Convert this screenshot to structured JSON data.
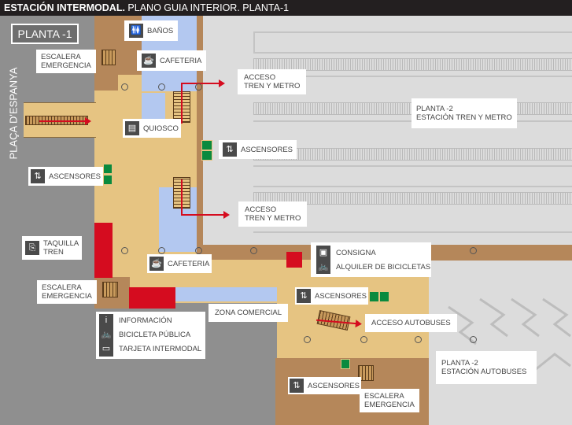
{
  "title": {
    "bold": "ESTACIÓN INTERMODAL.",
    "rest": " PLANO GUIA INTERIOR. PLANTA-1"
  },
  "floor_badge": "PLANTA -1",
  "street": "PLAÇA D'ESPANYA",
  "labels": {
    "banos": "BAÑOS",
    "cafeteria_top": "CAFETERIA",
    "escalera_top": [
      "ESCALERA",
      "EMERGENCIA"
    ],
    "acceso_tren_1": [
      "ACCESO",
      "TREN Y METRO"
    ],
    "quiosco": "QUIOSCO",
    "ascensores_center": "ASCENSORES",
    "ascensores_left": "ASCENSORES",
    "acceso_tren_2": [
      "ACCESO",
      "TREN Y METRO"
    ],
    "planta2_tren": [
      "PLANTA -2",
      "ESTACIÓN TREN Y METRO"
    ],
    "taquilla": [
      "TAQUILLA",
      "TREN"
    ],
    "cafeteria_bottom": "CAFETERIA",
    "escalera_mid": [
      "ESCALERA",
      "EMERGENCIA"
    ],
    "info": [
      "INFORMACIÓN",
      "BICICLETA PÚBLICA",
      "TARJETA INTERMODAL"
    ],
    "zona_comercial": "ZONA COMERCIAL",
    "consigna": [
      "CONSIGNA",
      "ALQUILER DE BICICLETAS"
    ],
    "ascensores_right": "ASCENSORES",
    "acceso_autobuses": "ACCESO AUTOBUSES",
    "planta2_bus": [
      "PLANTA -2",
      "ESTACIÓN AUTOBUSES"
    ],
    "ascensores_bottom": "ASCENSORES",
    "escalera_bottom": [
      "ESCALERA",
      "EMERGENCIA"
    ]
  },
  "colors": {
    "services": "#d50c1f",
    "elevators": "#0a8a3e",
    "corridor": "#e6c482",
    "commercial": "#b3c8f0",
    "restricted": "#b5875a"
  }
}
